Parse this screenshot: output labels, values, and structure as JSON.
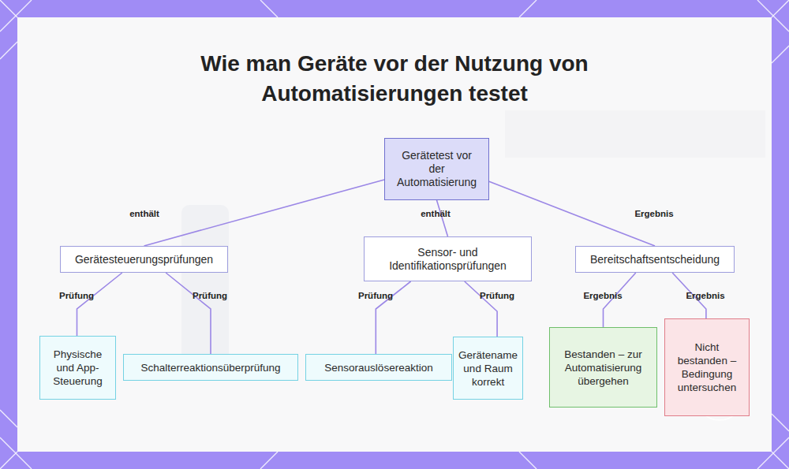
{
  "diagram": {
    "title": "Wie man Geräte vor der Nutzung von Automatisierungen testet",
    "nodes": [
      {
        "text": [
          "Gerätetest vor der Automatisierung"
        ]
      },
      {
        "text": [
          "Gerätesteuerungsprüfungen"
        ]
      },
      {
        "text": [
          "Sensor- und Identifikationsprüfungen"
        ]
      },
      {
        "text": [
          "Bereitschaftsentscheidung"
        ]
      },
      {
        "text": [
          "Physische und App-Steuerung"
        ]
      },
      {
        "text": [
          "Schalterreaktionsüberprüfung"
        ]
      },
      {
        "text": [
          "Sensorauslösereaktion"
        ]
      },
      {
        "text": [
          "Gerätename und Raum korrekt"
        ]
      },
      {
        "text": [
          "Bestanden – zur Automatisierung übergehen"
        ]
      },
      {
        "text": [
          "Nicht bestanden – Bedingung untersuchen"
        ]
      }
    ],
    "edges": [
      {
        "from": 0,
        "to": 1,
        "label": "enthält",
        "arrow": "none"
      },
      {
        "from": 0,
        "to": 2,
        "label": "enthält",
        "arrow": "none"
      },
      {
        "from": 0,
        "to": 3,
        "label": "Ergebnis",
        "arrow": "none"
      },
      {
        "from": 1,
        "to": 4,
        "label": "Prüfung",
        "arrow": "none"
      },
      {
        "from": 1,
        "to": 5,
        "label": "Prüfung",
        "arrow": "none"
      },
      {
        "from": 2,
        "to": 6,
        "label": "Prüfung",
        "arrow": "none"
      },
      {
        "from": 2,
        "to": 7,
        "label": "Prüfung",
        "arrow": "none"
      },
      {
        "from": 3,
        "to": 8,
        "label": "Ergebnis",
        "arrow": "none"
      },
      {
        "from": 3,
        "to": 9,
        "label": "Ergebnis",
        "arrow": "none"
      }
    ]
  }
}
